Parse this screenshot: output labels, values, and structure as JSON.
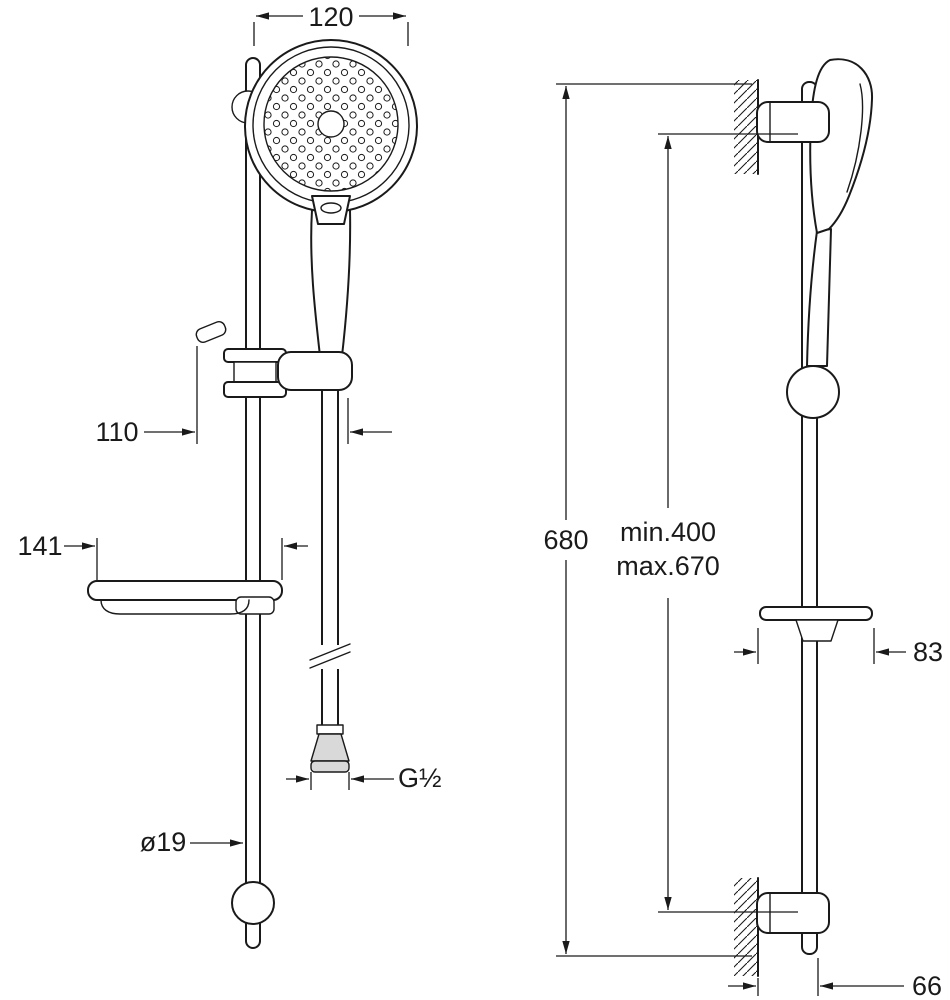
{
  "drawing": {
    "type": "technical-dimension-drawing",
    "subject": "shower rail set with hand shower, hose and soap dish (front view and side view)",
    "colors": {
      "line": "#1a1a1a",
      "background": "#ffffff",
      "fitting_fill": "#d9d9d9"
    },
    "dimensions": {
      "head_width": "120",
      "slider_width": "110",
      "soap_dish_length": "141",
      "bar_height": "680",
      "adjust_min": "min.400",
      "adjust_max": "max.670",
      "soap_dish_depth": "83",
      "hose_thread": "G½",
      "bar_diameter": "ø19",
      "wall_offset": "66"
    }
  }
}
